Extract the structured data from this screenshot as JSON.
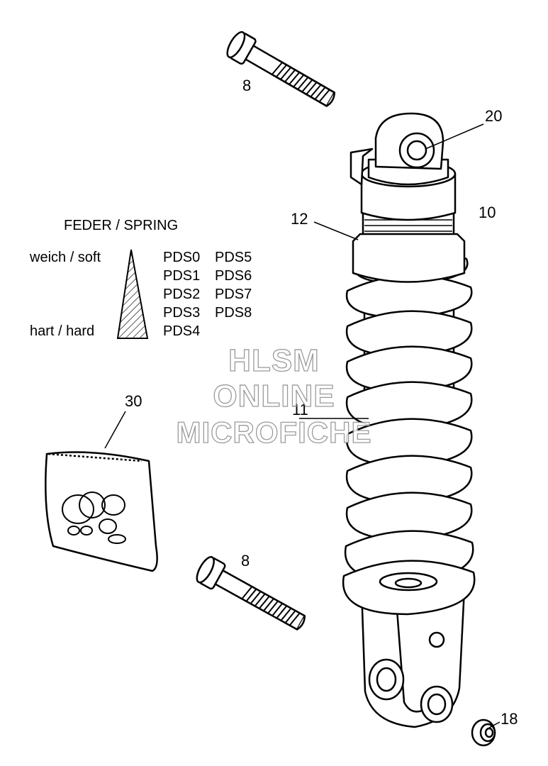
{
  "callouts": {
    "bolt_top": "8",
    "eye_bushing": "20",
    "shock_absorber": "10",
    "spring_retainer": "12",
    "spring": "11",
    "spring_kit": "30",
    "bolt_bottom": "8",
    "nut": "18"
  },
  "legend": {
    "title": "FEDER / SPRING",
    "soft_label": "weich / soft",
    "hard_label": "hart / hard",
    "codes_col1": [
      "PDS0",
      "PDS1",
      "PDS2",
      "PDS3",
      "PDS4"
    ],
    "codes_col2": [
      "PDS5",
      "PDS6",
      "PDS7",
      "PDS8"
    ]
  },
  "watermark": {
    "line1": "HLSM",
    "line2": "ONLINE",
    "line3": "MICROFICHE"
  },
  "icons": [
    "bolt-icon",
    "shock-absorber-icon",
    "spring-kit-bag-icon",
    "nut-icon",
    "stiffness-wedge-icon"
  ],
  "colors": {
    "ink": "#000000",
    "background": "#ffffff",
    "watermark_outline": "#8a8a8a"
  }
}
